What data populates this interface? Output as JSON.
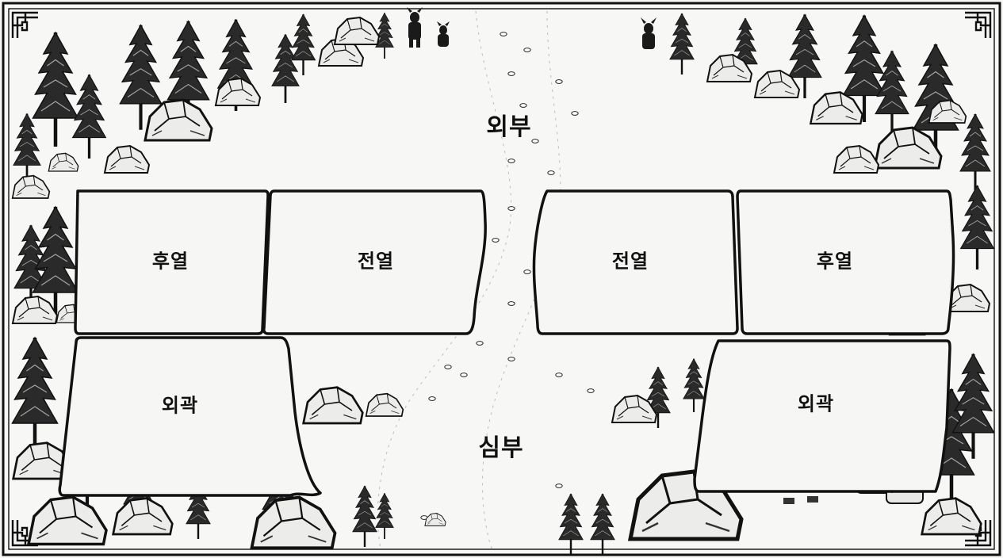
{
  "board": {
    "outer_zone": {
      "label": "외부"
    },
    "inner_zone": {
      "label": "심부"
    },
    "left_side": {
      "back_row": {
        "label": "후열"
      },
      "front_row": {
        "label": "전열"
      },
      "perimeter": {
        "label": "외곽"
      }
    },
    "right_side": {
      "front_row": {
        "label": "전열"
      },
      "back_row": {
        "label": "후열"
      },
      "perimeter": {
        "label": "외곽"
      }
    }
  },
  "style": {
    "ink": "#111111",
    "paper": "#f7f7f5",
    "zone_fill": "#f6f6f4"
  }
}
